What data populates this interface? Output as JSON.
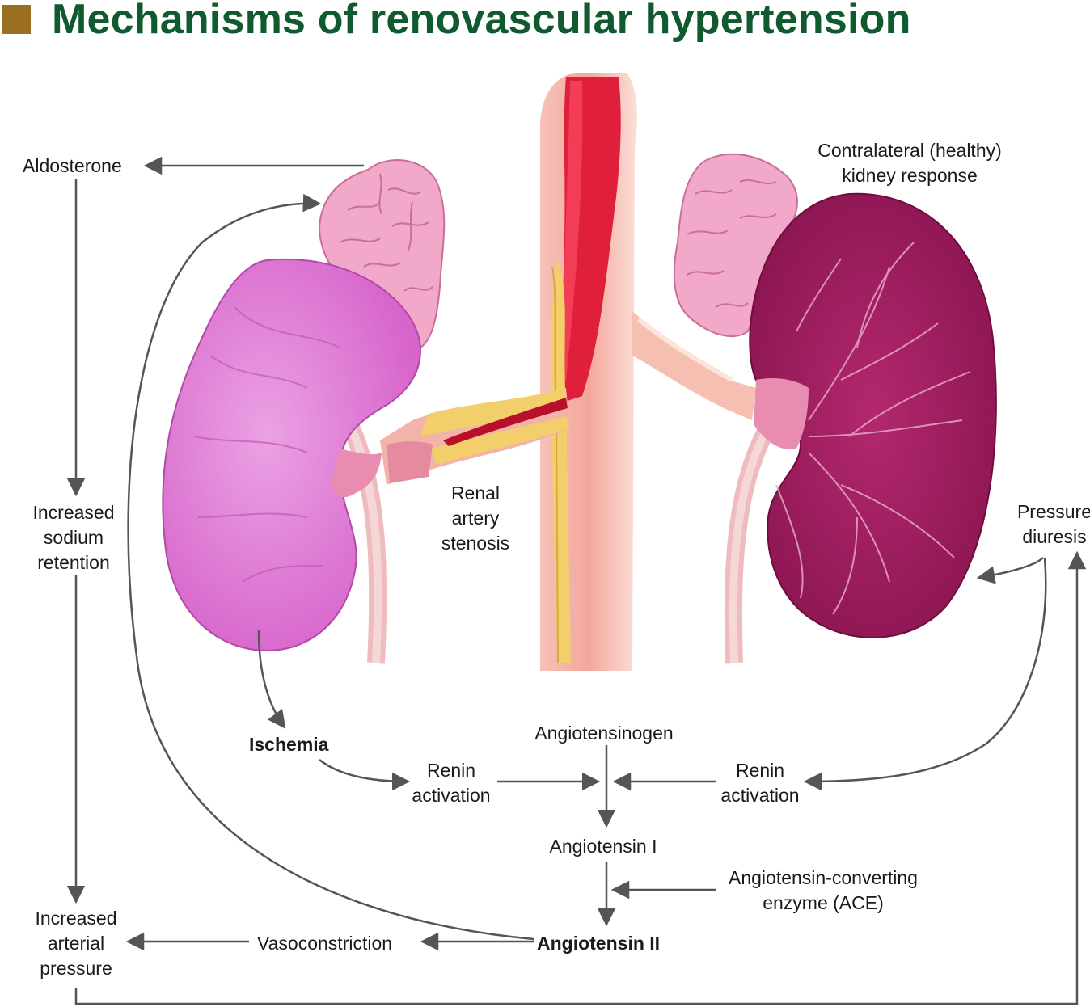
{
  "title": "Mechanisms of renovascular hypertension",
  "colors": {
    "title": "#0f5a2e",
    "title_square": "#9a7020",
    "arrow": "#555555",
    "ischemic_kidney": "#e27fd6",
    "healthy_kidney": "#a01f5f",
    "adrenal": "#f2a8c8",
    "aorta_blood": "#e0203a",
    "plaque": "#f2cf6a"
  },
  "labels": {
    "aldosterone": "Aldosterone",
    "contralateral": [
      "Contralateral (healthy)",
      "kidney response"
    ],
    "increased_sodium": [
      "Increased",
      "sodium",
      "retention"
    ],
    "renal_stenosis": [
      "Renal",
      "artery",
      "stenosis"
    ],
    "pressure_diuresis": [
      "Pressure",
      "diuresis"
    ],
    "ischemia": "Ischemia",
    "angiotensinogen": "Angiotensinogen",
    "renin_left": [
      "Renin",
      "activation"
    ],
    "renin_right": [
      "Renin",
      "activation"
    ],
    "angiotensin_i": "Angiotensin I",
    "ace": [
      "Angiotensin-converting",
      "enzyme (ACE)"
    ],
    "increased_pressure": [
      "Increased",
      "arterial",
      "pressure"
    ],
    "vasoconstriction": "Vasoconstriction",
    "angiotensin_ii": "Angiotensin II"
  }
}
